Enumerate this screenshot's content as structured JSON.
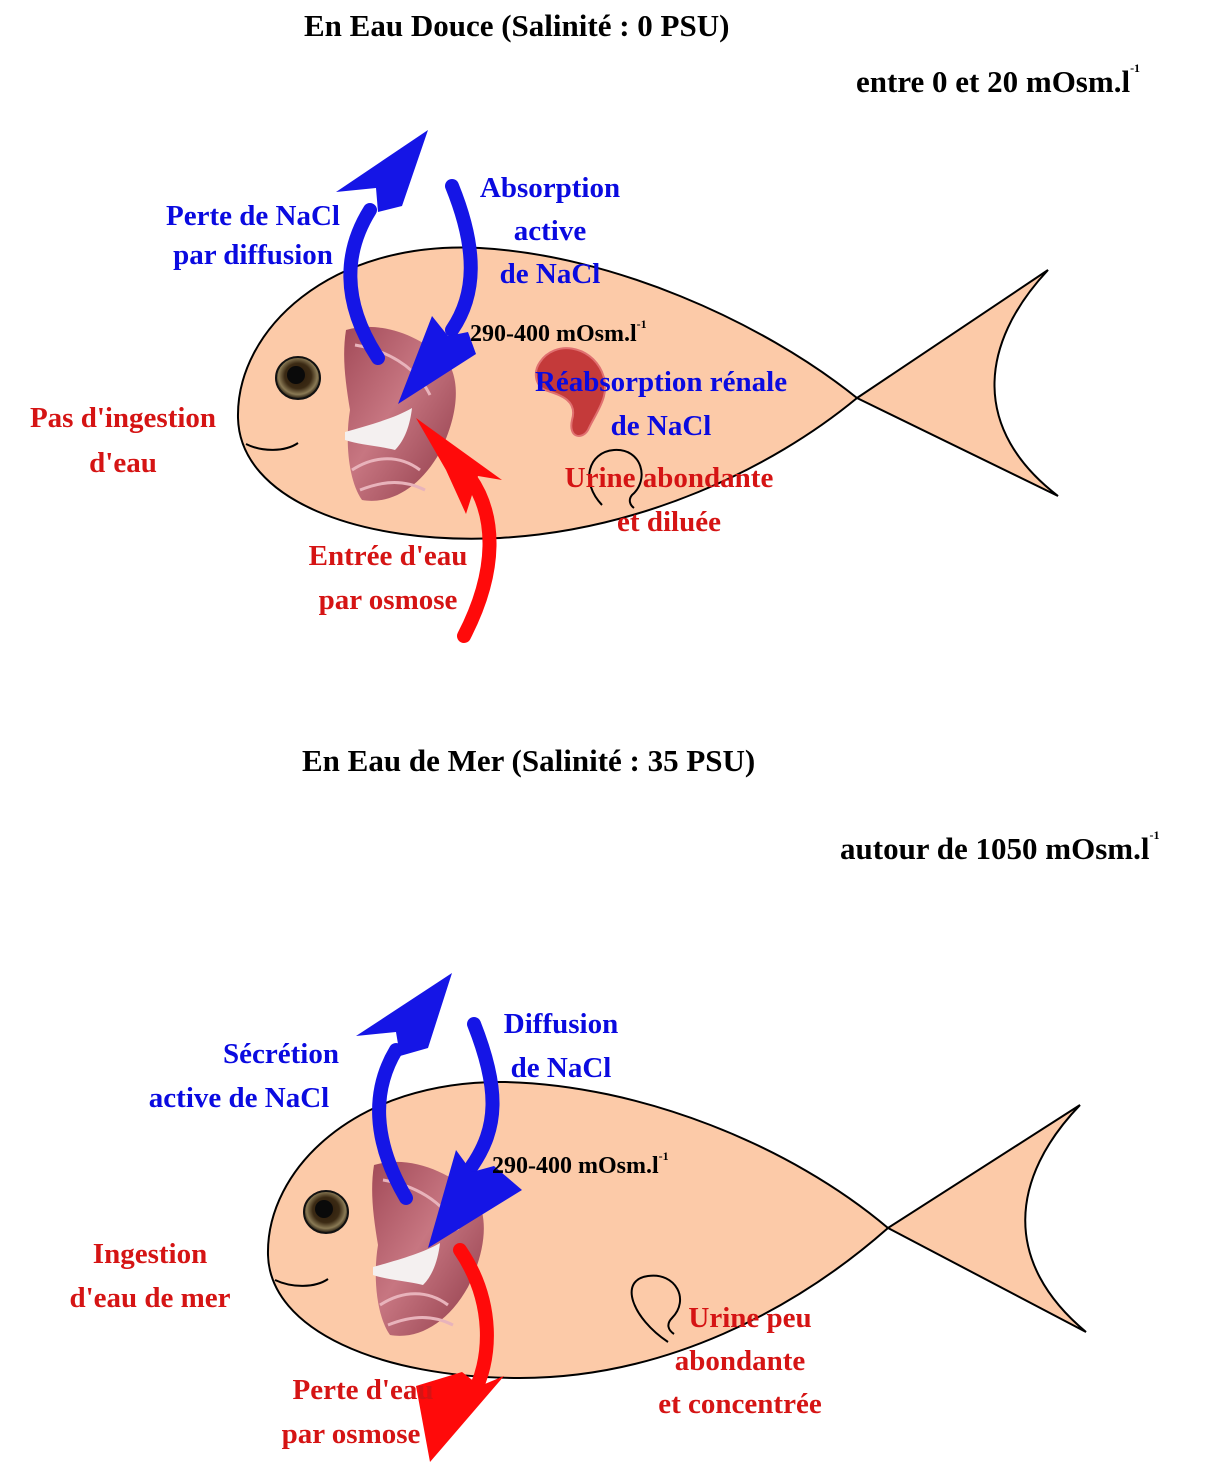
{
  "freshwater": {
    "title": "En Eau Douce (Salinité : 0 PSU)",
    "environment_osm": "entre 0 et 20 mOsm.l",
    "environment_osm_exp": "-1",
    "internal_osm": "290-400 mOsm.l",
    "internal_osm_exp": "-1",
    "salt_out_label": [
      "Perte de NaCl",
      "par diffusion"
    ],
    "salt_in_label": [
      "Absorption",
      "active",
      "de NaCl"
    ],
    "kidney_label": [
      "Réabsorption rénale",
      "de NaCl"
    ],
    "drinking_label": [
      "Pas d'ingestion",
      "d'eau"
    ],
    "water_label": [
      "Entrée d'eau",
      "par osmose"
    ],
    "urine_label": [
      "Urine abondante",
      "et diluée"
    ]
  },
  "seawater": {
    "title": "En Eau de Mer (Salinité : 35 PSU)",
    "environment_osm": "autour de 1050 mOsm.l",
    "environment_osm_exp": "-1",
    "internal_osm": "290-400 mOsm.l",
    "internal_osm_exp": "-1",
    "salt_out_label": [
      "Sécrétion",
      "active de NaCl"
    ],
    "salt_in_label": [
      "Diffusion",
      "de NaCl"
    ],
    "drinking_label": [
      "Ingestion",
      "d'eau de mer"
    ],
    "water_label": [
      "Perte d'eau",
      "par osmose"
    ],
    "urine_label": [
      "Urine peu",
      "abondante",
      "et concentrée"
    ]
  },
  "colors": {
    "fish_body": "#fccaa8",
    "salt_arrows": "#1515e6",
    "water_arrows": "#ff0a0a",
    "kidney": "#c43a3a",
    "gill": "#b85866",
    "label_blue": "#0a0ae0",
    "label_red": "#d51414"
  },
  "icons": [
    "fish-body-icon",
    "eye-icon",
    "gill-icon",
    "kidney-icon",
    "bladder-icon",
    "arrow-icon"
  ]
}
